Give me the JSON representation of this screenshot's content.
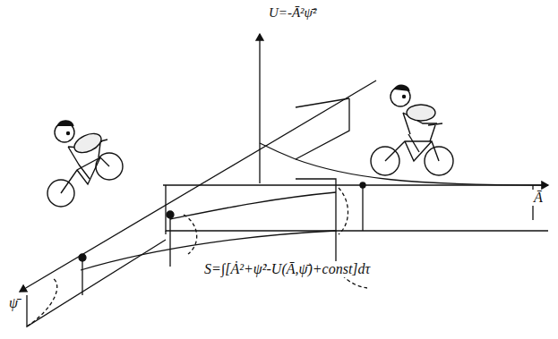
{
  "diagram": {
    "labels": [
      "U=-Ā²ψ̄²",
      "Ā",
      "ψ̄",
      "S=∫[Ȧ²+ψ̇²-U(Ā,ψ̄)+const]dτ"
    ]
  }
}
